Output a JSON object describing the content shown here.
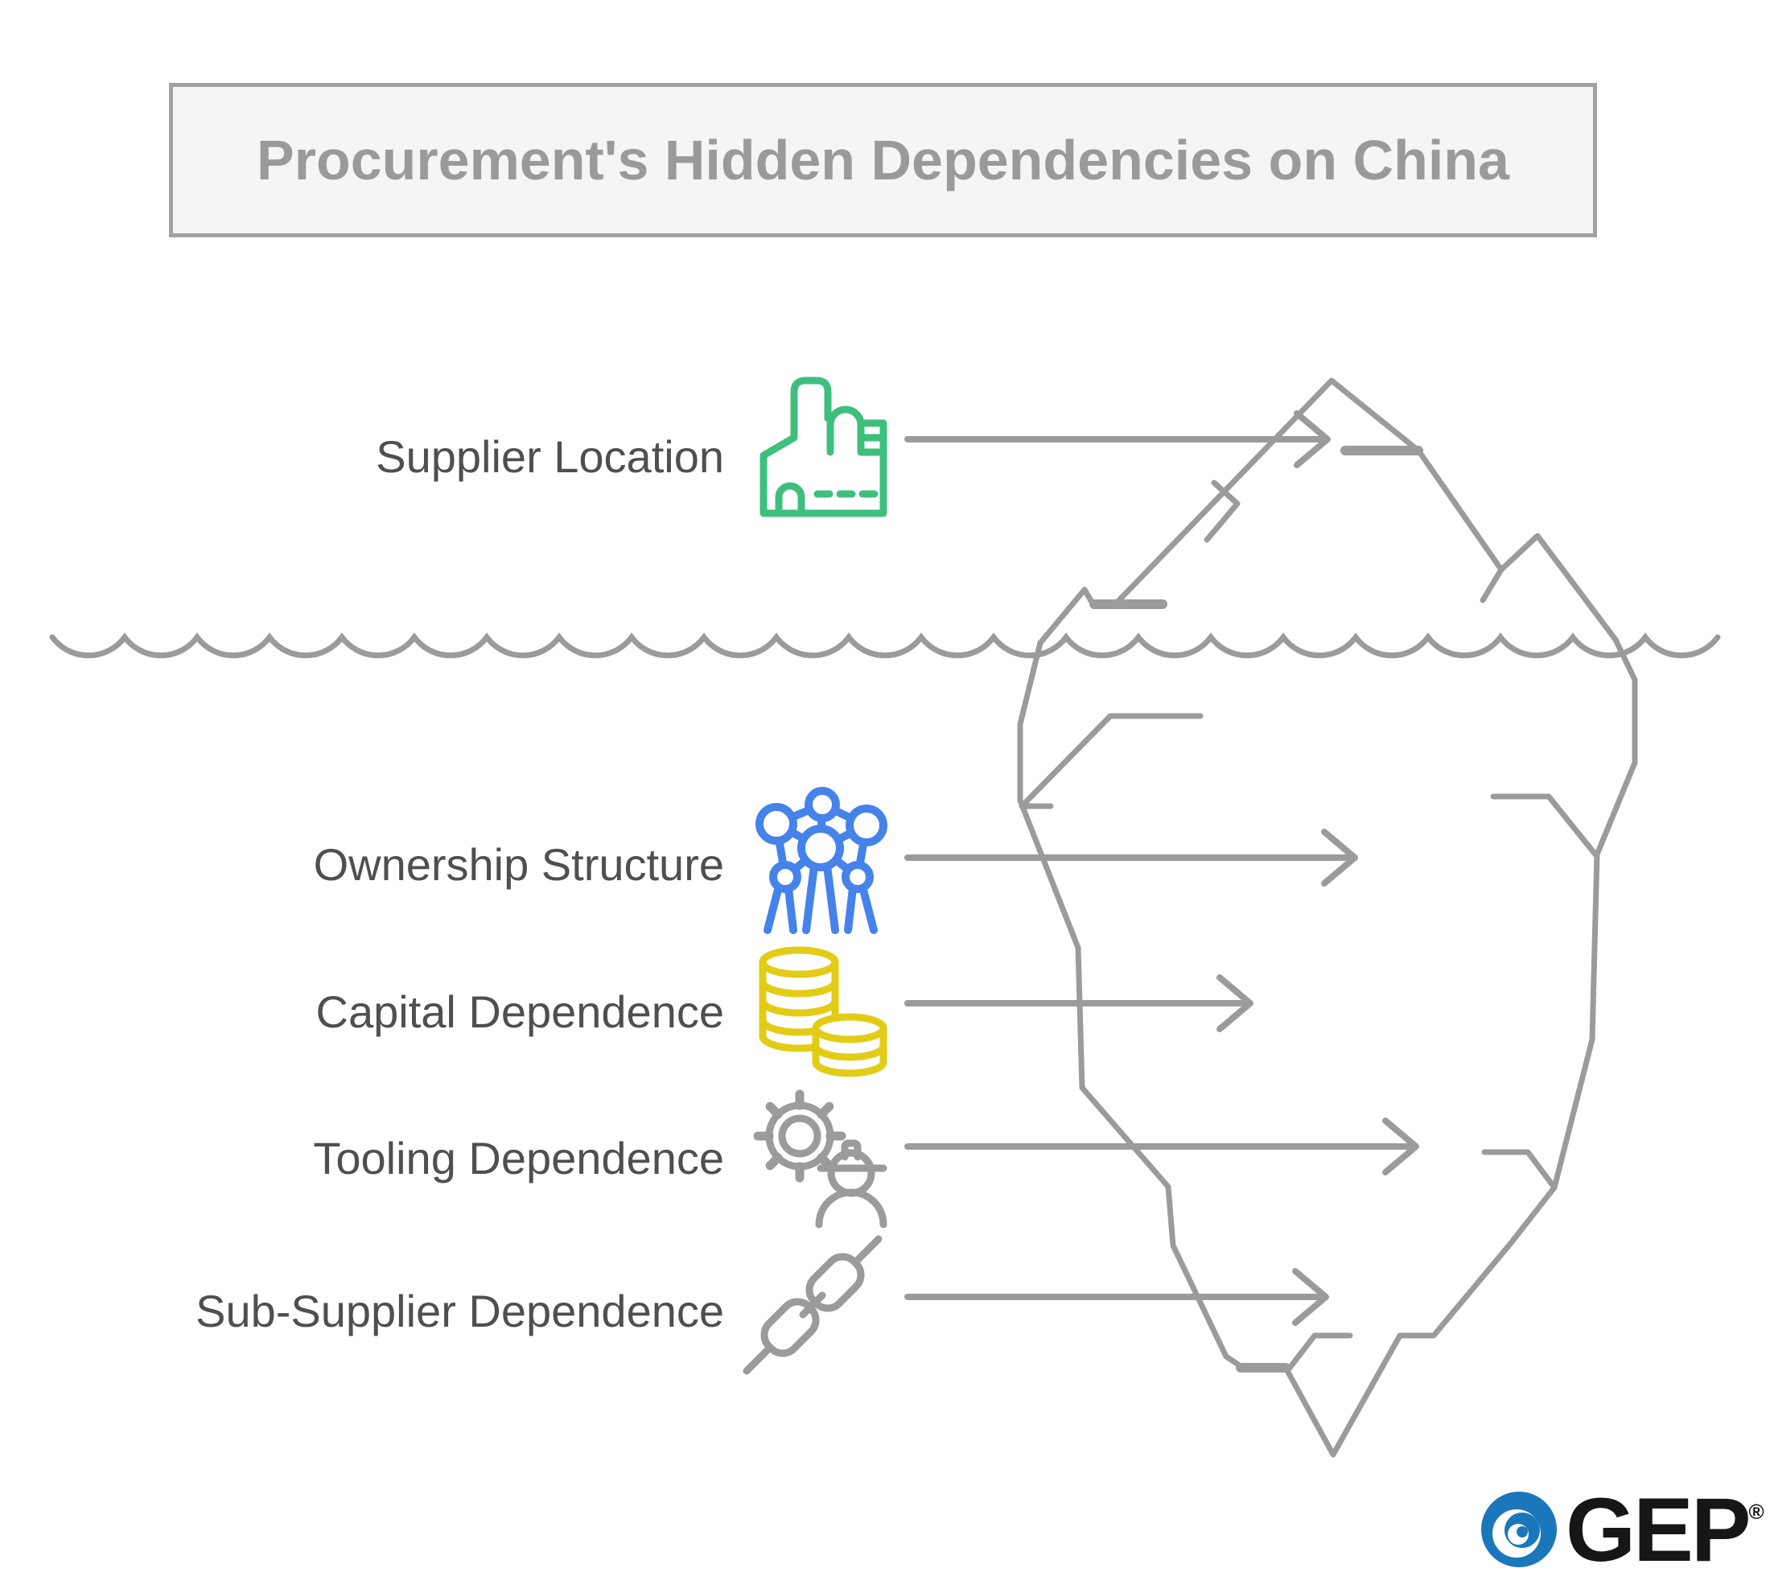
{
  "title": {
    "text": "Procurement's Hidden Dependencies on China"
  },
  "rows": [
    {
      "label": "Supplier Location",
      "icon": "factory-icon"
    },
    {
      "label": "Ownership Structure",
      "icon": "network-icon"
    },
    {
      "label": "Capital Dependence",
      "icon": "coins-icon"
    },
    {
      "label": "Tooling Dependence",
      "icon": "gear-worker-icon"
    },
    {
      "label": "Sub-Supplier Dependence",
      "icon": "chain-icon"
    }
  ],
  "diagram": {
    "metaphor": "iceberg",
    "above_water_item": "Supplier Location",
    "below_water_items": [
      "Ownership Structure",
      "Capital Dependence",
      "Tooling Dependence",
      "Sub-Supplier Dependence"
    ]
  },
  "logo": {
    "text": "GEP",
    "registered": "®"
  },
  "colors": {
    "green": "#3fbf7e",
    "blue": "#4583ea",
    "yellow": "#e3cc15",
    "line_gray": "#9b9b9b",
    "label_text": "#4f4f4f",
    "title_text": "#9a9a9a",
    "title_border": "#a2a2a2",
    "title_bg": "#f5f5f5",
    "logo_blue": "#1b77bb",
    "logo_black": "#161616"
  }
}
